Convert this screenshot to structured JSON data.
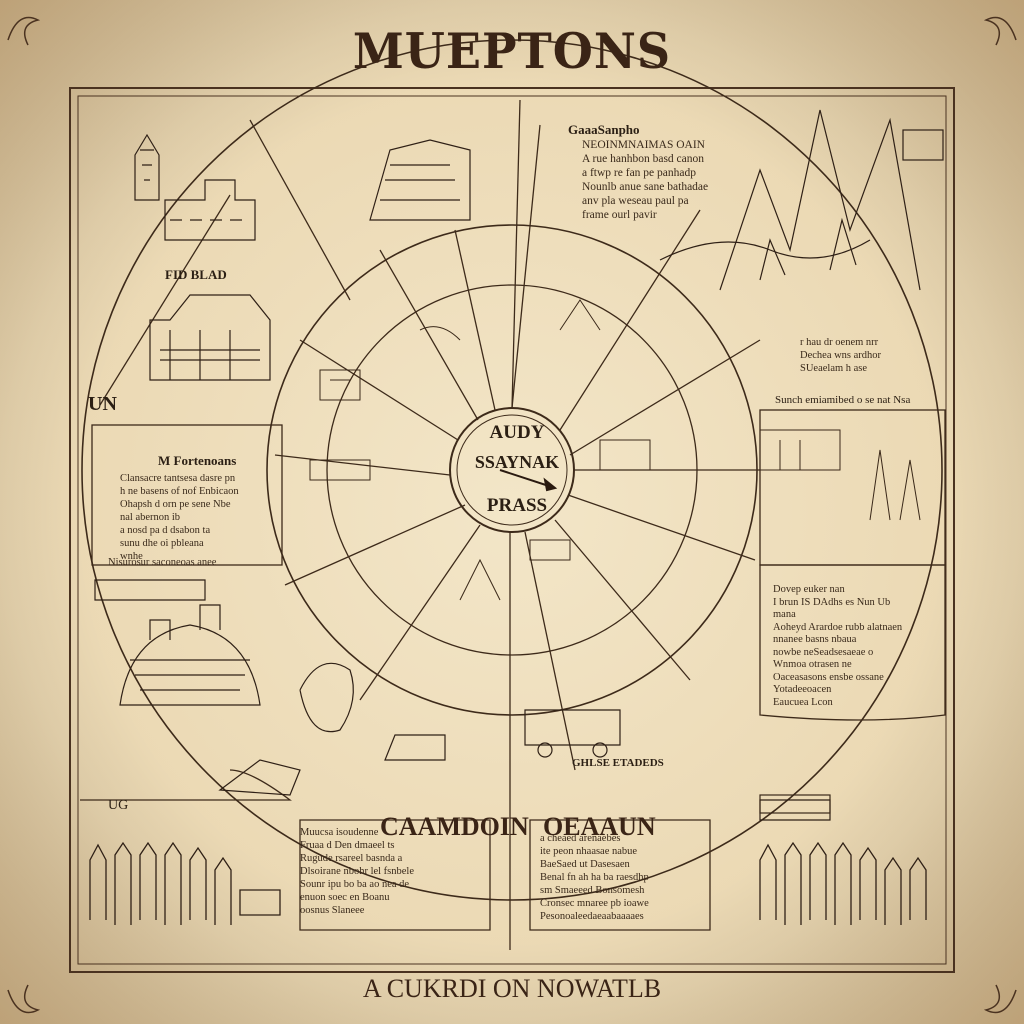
{
  "title": "MUEPTONS",
  "footer": "A CUKRDI ON NOWATLB",
  "hub": [
    "AUDY",
    "SSAYNAK",
    "PRASS"
  ],
  "frame_label_left": "UN",
  "frame_label_bottomleft": "UG",
  "sections": {
    "bottom_left_title": "CAAMDOIN",
    "bottom_right_title": "OEAAUN"
  },
  "captions": {
    "top_left_label": "FID BLAD",
    "top_center": "GaaaSanpho",
    "left_panel_title": "M Fortenoans",
    "right_panel_title": "Dovep euker nan",
    "right_banner": "Sunch emiamibed o se nat Nsa",
    "bottom_center_caption": "GHLSE ETADEDS"
  },
  "paragraphs": {
    "top_center": [
      "NEOINMNAIMAS OAIN",
      "A rue hanhbon basd canon",
      "a ftwp re fan pe panhadp",
      "Nounlb anue sane bathadae",
      "anv pla weseau paul pa",
      "frame ourl pavir"
    ],
    "left_panel": [
      "Clansacre tantsesa dasre pn",
      "h ne basens of nof Enbicaon",
      "Ohapsh d orn pe sene Nbe",
      "nal abernon ib",
      "a nosd pa d dsabon ta",
      "sunu dhe oi pbleana",
      "wnhe"
    ],
    "left_strip": [
      "Nisurosur saconeoas anee"
    ],
    "right_panel": [
      "r hau dr oenem nrr",
      "Dechea wns ardhor",
      "SUeaelam h ase"
    ],
    "right_lower": [
      "Dovep euker nan",
      "I brun IS DAdhs es Nun Ub",
      "mana",
      "Aoheyd Arardoe rubb alatnaen",
      "nnanee basns nbaua",
      "nowbe neSeadsesaeae o",
      "Wnmoa otrasen ne",
      "Oaceasasons ensbe ossane",
      "Yotadeeoacen",
      "Eaucuea Lcon"
    ],
    "bottom_left": [
      "Muucsa isoudenne",
      "Fruaa d Den dmaeel ts",
      "Rugude rsareel basnda a",
      "Dlsoirane nbohr lel fsnbele",
      "Sounr ipu bo ba ao nea de",
      "enuon soec en Boanu",
      "oosnus Slaneee"
    ],
    "bottom_right": [
      "a cheaed arenaebes",
      "ite peon nhaasae nabue",
      "BaeSaed ut Dasesaen",
      "Benal fn ah ha ba raesdhp",
      "sm Smaeeed Bonsomesh",
      "Cronsec mnaree pb ioawe",
      "Pesonoaleedaeaabaaaaes"
    ]
  },
  "colors": {
    "paper": "#efe0c0",
    "ink": "#2b1f14",
    "sepia": "#6b4a2e"
  }
}
